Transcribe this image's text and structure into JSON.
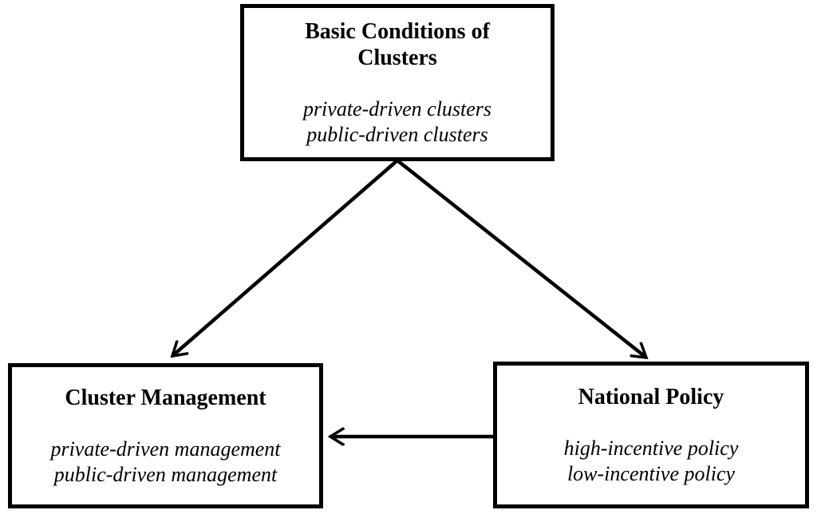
{
  "diagram": {
    "background_color": "#ffffff",
    "line_color": "#000000",
    "nodes": {
      "basic_conditions": {
        "title": "Basic Conditions of Clusters",
        "items": [
          "private-driven clusters",
          "public-driven clusters"
        ]
      },
      "cluster_management": {
        "title": "Cluster Management",
        "items": [
          "private-driven management",
          "public-driven management"
        ]
      },
      "national_policy": {
        "title": "National Policy",
        "items": [
          "high-incentive policy",
          "low-incentive policy"
        ]
      }
    },
    "edges": [
      {
        "from": "basic_conditions",
        "to": "cluster_management",
        "style": "arrow"
      },
      {
        "from": "basic_conditions",
        "to": "national_policy",
        "style": "arrow"
      },
      {
        "from": "national_policy",
        "to": "cluster_management",
        "style": "arrow"
      }
    ]
  }
}
